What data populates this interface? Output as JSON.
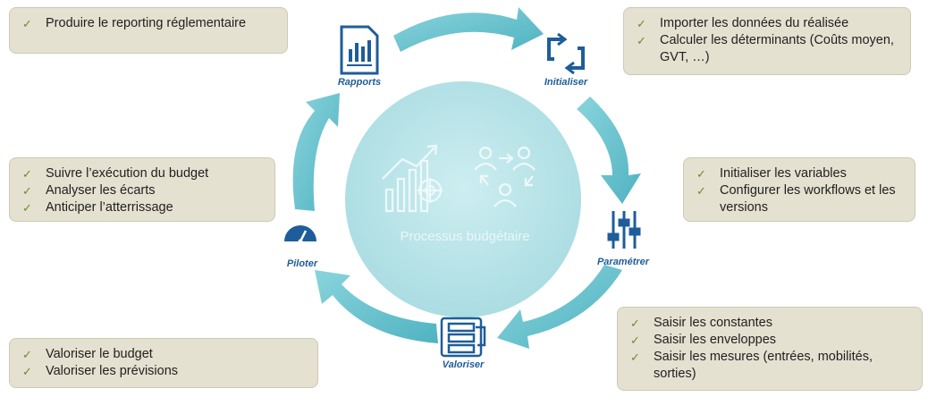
{
  "center": {
    "label": "Processus budgétaire"
  },
  "steps": [
    {
      "id": "rapports",
      "label": "Rapports",
      "icon": "report-document-icon"
    },
    {
      "id": "initialiser",
      "label": "Initialiser",
      "icon": "refresh-arrows-icon"
    },
    {
      "id": "parametrer",
      "label": "Paramétrer",
      "icon": "sliders-icon"
    },
    {
      "id": "valoriser",
      "label": "Valoriser",
      "icon": "flow-stack-icon"
    },
    {
      "id": "piloter",
      "label": "Piloter",
      "icon": "gauge-icon"
    }
  ],
  "boxes": {
    "rapports": [
      "Produire le reporting réglementaire"
    ],
    "initialiser": [
      "Importer les données du réalisée",
      "Calculer les déterminants (Coûts moyen, GVT, …)"
    ],
    "parametrer": [
      "Initialiser les variables",
      "Configurer les workflows et les versions"
    ],
    "valoriser": [
      "Saisir les constantes",
      "Saisir les enveloppes",
      "Saisir les mesures (entrées, mobilités, sorties)"
    ],
    "valoriser_left": [
      "Valoriser le budget",
      "Valoriser les prévisions"
    ],
    "piloter": [
      "Suivre l’exécution du budget",
      "Analyser les écarts",
      "Anticiper l’atterrissage"
    ]
  },
  "colors": {
    "arrow": "#6fc6d0",
    "circle": "#b4e1e6",
    "icon": "#1e5d9a",
    "box": "#e5e1d1",
    "check": "#6b8c2e"
  },
  "center_icons": [
    "growth-chart-target-icon",
    "team-exchange-icon"
  ]
}
